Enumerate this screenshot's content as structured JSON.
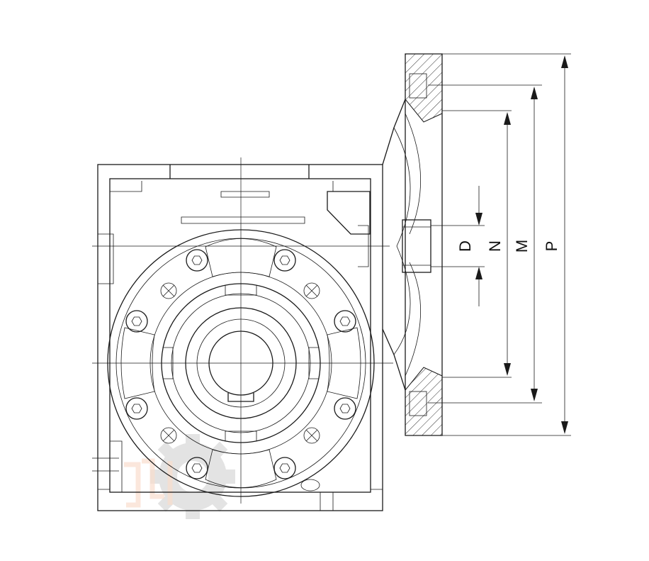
{
  "dimensions": [
    {
      "id": "D",
      "label": "D"
    },
    {
      "id": "N",
      "label": "N"
    },
    {
      "id": "M",
      "label": "M"
    },
    {
      "id": "P",
      "label": "P"
    }
  ],
  "watermark": {
    "icon": "gear-icon",
    "color": "#f0a070"
  },
  "colors": {
    "line": "#1a1a1a",
    "background": "#ffffff"
  }
}
